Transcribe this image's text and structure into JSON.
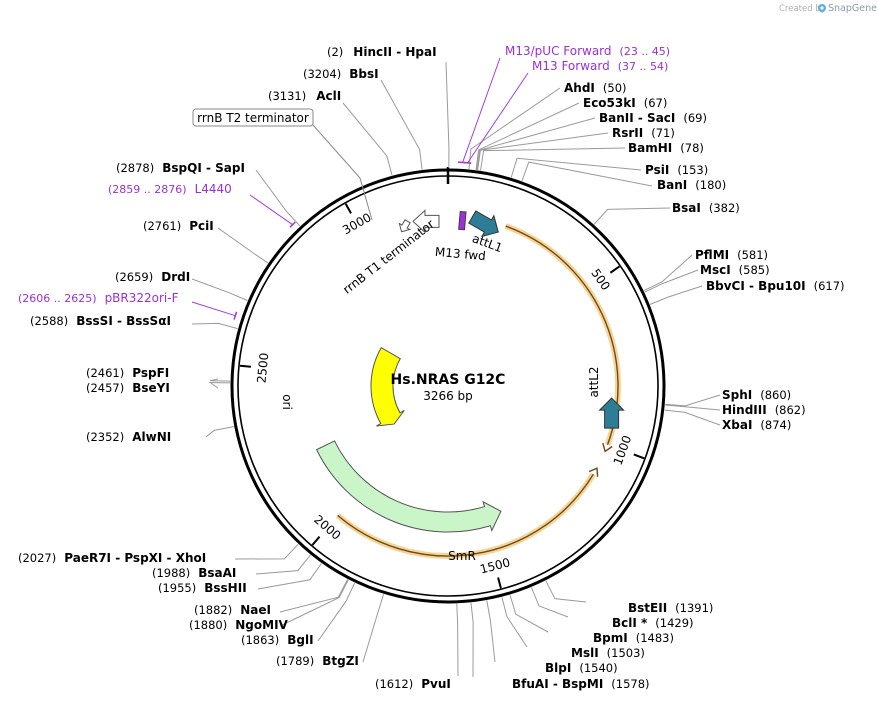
{
  "credit": {
    "created_by": "Created by",
    "brand": "SnapGene"
  },
  "plasmid": {
    "name": "Hs.NRAS G12C",
    "length_label": "3266 bp",
    "length": 3266
  },
  "colors": {
    "backbone": "#000000",
    "attL": "#2e7d96",
    "ori": "#ffff00",
    "SmR": "#c9f5c9",
    "primer": "#a040e0",
    "highlight": "#f0b040"
  },
  "ticks": [
    {
      "pos": 500,
      "label": "500"
    },
    {
      "pos": 1000,
      "label": "1000"
    },
    {
      "pos": 1500,
      "label": "1500"
    },
    {
      "pos": 2000,
      "label": "2000"
    },
    {
      "pos": 2500,
      "label": "2500"
    },
    {
      "pos": 3000,
      "label": "3000"
    }
  ],
  "features": [
    {
      "name": "attL1",
      "label": "attL1",
      "start": 70,
      "end": 170,
      "type": "arrow",
      "color": "#2e7d96"
    },
    {
      "name": "attL2",
      "label": "attL2",
      "start": 855,
      "end": 955,
      "type": "arrow",
      "color": "#2e7d96"
    },
    {
      "name": "SmR",
      "label": "SmR",
      "start": 1425,
      "end": 2215,
      "type": "arrow-rev",
      "color": "#c9f5c9"
    },
    {
      "name": "ori",
      "label": "ori",
      "start": 2130,
      "end": 2720,
      "type": "arrow-rev",
      "color": "#ffff00"
    },
    {
      "name": "rrnB T1 terminator",
      "label": "rrnB T1 terminator",
      "start": 3125,
      "end": 3165,
      "type": "small"
    },
    {
      "name": "rrnB T2 terminator",
      "label": "rrnB T2 terminator",
      "start": 3200,
      "end": 3220,
      "type": "boxed"
    },
    {
      "name": "M13 fwd",
      "label": "M13 fwd",
      "start": 37,
      "end": 54,
      "type": "primer-mark"
    }
  ],
  "highlights": [
    {
      "start": 180,
      "end": 1000
    },
    {
      "start": 1100,
      "end": 2000
    }
  ],
  "primers": [
    {
      "label": "M13/pUC Forward",
      "range": "(23 .. 45)"
    },
    {
      "label": "M13 Forward",
      "range": "(37 .. 54)"
    },
    {
      "label": "L4440",
      "range": "(2859 .. 2876)"
    },
    {
      "label": "pBR322ori-F",
      "range": "(2606 .. 2625)"
    }
  ],
  "sites": [
    {
      "name": "HincII  -  HpaI",
      "pos": "(2)",
      "site": 2
    },
    {
      "name": "BbsI",
      "pos": "(3204)",
      "site": 3204
    },
    {
      "name": "AclI",
      "pos": "(3131)",
      "site": 3131
    },
    {
      "name": "BspQI  -  SapI",
      "pos": "(2878)",
      "site": 2878
    },
    {
      "name": "PciI",
      "pos": "(2761)",
      "site": 2761
    },
    {
      "name": "DrdI",
      "pos": "(2659)",
      "site": 2659
    },
    {
      "name": "BssSI  -  BssSαI",
      "pos": "(2588)",
      "site": 2588
    },
    {
      "name": "PspFI",
      "pos": "(2461)",
      "site": 2461
    },
    {
      "name": "BseYI",
      "pos": "(2457)",
      "site": 2457
    },
    {
      "name": "AlwNI",
      "pos": "(2352)",
      "site": 2352
    },
    {
      "name": "PaeR7I  -  PspXI  -  XhoI",
      "pos": "(2027)",
      "site": 2027
    },
    {
      "name": "BsaAI",
      "pos": "(1988)",
      "site": 1988
    },
    {
      "name": "BssHII",
      "pos": "(1955)",
      "site": 1955
    },
    {
      "name": "NaeI",
      "pos": "(1882)",
      "site": 1882
    },
    {
      "name": "NgoMIV",
      "pos": "(1880)",
      "site": 1880
    },
    {
      "name": "BglI",
      "pos": "(1863)",
      "site": 1863
    },
    {
      "name": "BtgZI",
      "pos": "(1789)",
      "site": 1789
    },
    {
      "name": "PvuI",
      "pos": "(1612)",
      "site": 1612
    },
    {
      "name": "BfuAI  -  BspMI",
      "pos": "(1578)",
      "site": 1578
    },
    {
      "name": "BlpI",
      "pos": "(1540)",
      "site": 1540
    },
    {
      "name": "MslI",
      "pos": "(1503)",
      "site": 1503
    },
    {
      "name": "BpmI",
      "pos": "(1483)",
      "site": 1483
    },
    {
      "name": "BclI *",
      "pos": "(1429)",
      "site": 1429
    },
    {
      "name": "BstEII",
      "pos": "(1391)",
      "site": 1391
    },
    {
      "name": "XbaI",
      "pos": "(874)",
      "site": 874
    },
    {
      "name": "HindIII",
      "pos": "(862)",
      "site": 862
    },
    {
      "name": "SphI",
      "pos": "(860)",
      "site": 860
    },
    {
      "name": "BbvCI  -  Bpu10I",
      "pos": "(617)",
      "site": 617
    },
    {
      "name": "MscI",
      "pos": "(585)",
      "site": 585
    },
    {
      "name": "PflMI",
      "pos": "(581)",
      "site": 581
    },
    {
      "name": "BsaI",
      "pos": "(382)",
      "site": 382
    },
    {
      "name": "BanI",
      "pos": "(180)",
      "site": 180
    },
    {
      "name": "PsiI",
      "pos": "(153)",
      "site": 153
    },
    {
      "name": "BamHI",
      "pos": "(78)",
      "site": 78
    },
    {
      "name": "RsrII",
      "pos": "(71)",
      "site": 71
    },
    {
      "name": "BanII  -  SacI",
      "pos": "(69)",
      "site": 69
    },
    {
      "name": "Eco53kI",
      "pos": "(67)",
      "site": 67
    },
    {
      "name": "AhdI",
      "pos": "(50)",
      "site": 50
    }
  ]
}
